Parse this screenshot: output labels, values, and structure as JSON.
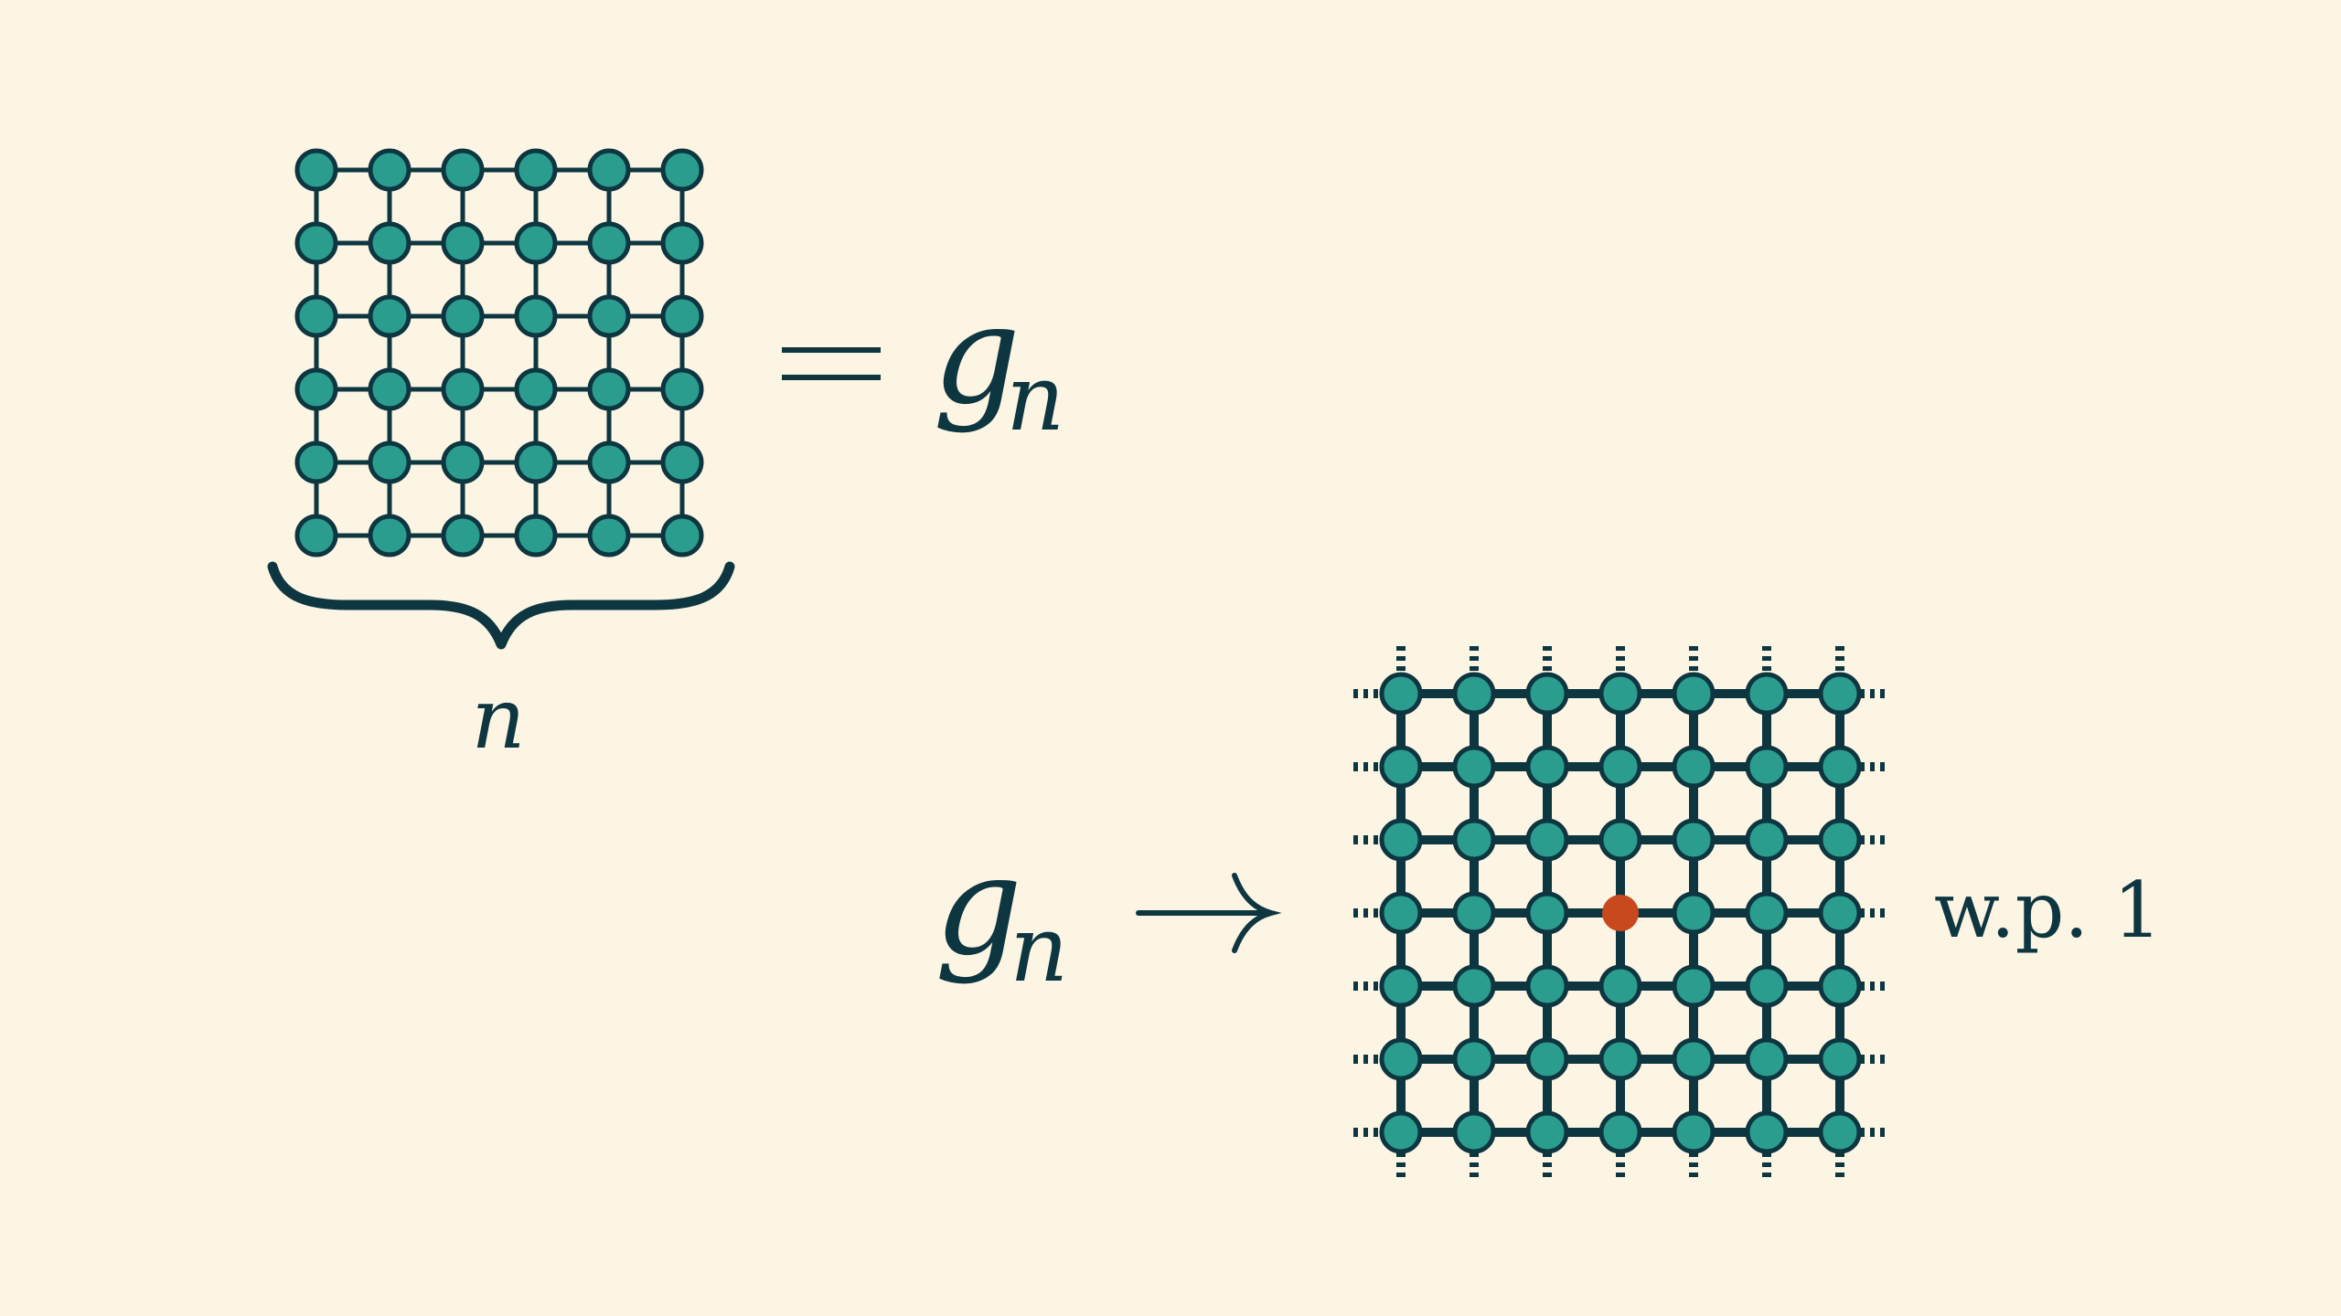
{
  "colors": {
    "background": "#fcf5e3",
    "ink": "#0d3640",
    "node": "#2a9d8f",
    "highlight": "#c9491f"
  },
  "top_equation": {
    "brace_label": "n",
    "equals": "=",
    "g": "g",
    "subscript": "n",
    "grid": {
      "rows": 6,
      "cols": 6
    }
  },
  "bottom_equation": {
    "g": "g",
    "subscript": "n",
    "arrow": "→",
    "suffix": "w.p. 1",
    "grid": {
      "rows": 7,
      "cols": 7,
      "extends_to_infinity": true,
      "highlighted_node": {
        "row": 4,
        "col": 4
      }
    }
  }
}
